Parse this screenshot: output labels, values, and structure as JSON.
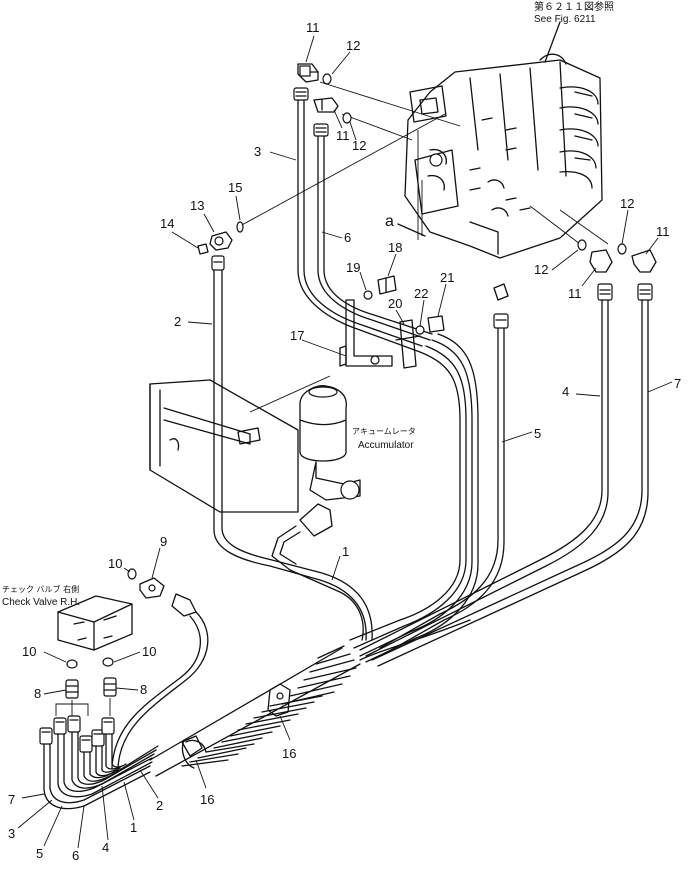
{
  "reference": {
    "jp": "第６２１１図参照",
    "en": "See Fig. 6211"
  },
  "view_letter": "a",
  "labels": {
    "accumulator_jp": "アキュームレータ",
    "accumulator_en": "Accumulator",
    "check_valve_jp": "チェック バルブ 右側",
    "check_valve_en": "Check Valve R.H."
  },
  "callouts": [
    {
      "id": "c11a",
      "text": "11"
    },
    {
      "id": "c12a",
      "text": "12"
    },
    {
      "id": "c11b",
      "text": "11"
    },
    {
      "id": "c12b",
      "text": "12"
    },
    {
      "id": "c3a",
      "text": "3"
    },
    {
      "id": "c15",
      "text": "15"
    },
    {
      "id": "c13",
      "text": "13"
    },
    {
      "id": "c14",
      "text": "14"
    },
    {
      "id": "c6a",
      "text": "6"
    },
    {
      "id": "c18",
      "text": "18"
    },
    {
      "id": "c19",
      "text": "19"
    },
    {
      "id": "c21",
      "text": "21"
    },
    {
      "id": "c22",
      "text": "22"
    },
    {
      "id": "c20",
      "text": "20"
    },
    {
      "id": "c2a",
      "text": "2"
    },
    {
      "id": "c17",
      "text": "17"
    },
    {
      "id": "c12c",
      "text": "12"
    },
    {
      "id": "c11c",
      "text": "11"
    },
    {
      "id": "c12d",
      "text": "12"
    },
    {
      "id": "c11d",
      "text": "11"
    },
    {
      "id": "c4a",
      "text": "4"
    },
    {
      "id": "c7a",
      "text": "7"
    },
    {
      "id": "c5a",
      "text": "5"
    },
    {
      "id": "c1a",
      "text": "1"
    },
    {
      "id": "c9",
      "text": "9"
    },
    {
      "id": "c10a",
      "text": "10"
    },
    {
      "id": "c10b",
      "text": "10"
    },
    {
      "id": "c10c",
      "text": "10"
    },
    {
      "id": "c8a",
      "text": "8"
    },
    {
      "id": "c8b",
      "text": "8"
    },
    {
      "id": "c16a",
      "text": "16"
    },
    {
      "id": "c16b",
      "text": "16"
    },
    {
      "id": "c7b",
      "text": "7"
    },
    {
      "id": "c3b",
      "text": "3"
    },
    {
      "id": "c5b",
      "text": "5"
    },
    {
      "id": "c6b",
      "text": "6"
    },
    {
      "id": "c4b",
      "text": "4"
    },
    {
      "id": "c1b",
      "text": "1"
    },
    {
      "id": "c2b",
      "text": "2"
    }
  ]
}
